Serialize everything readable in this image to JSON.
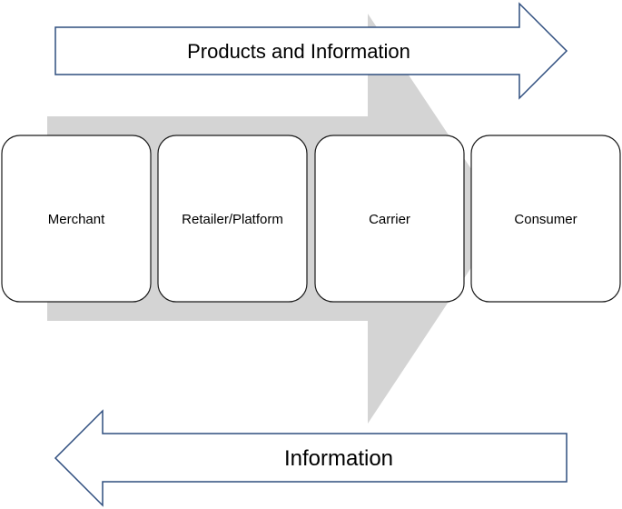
{
  "colors": {
    "background_arrow": "#d4d4d4",
    "outline_arrow_stroke": "#2f4e7f",
    "outline_arrow_fill": "#ffffff",
    "box_stroke": "#1a1a1a",
    "box_fill": "#ffffff",
    "text": "#000000"
  },
  "top_arrow": {
    "label": "Products and Information",
    "direction": "right"
  },
  "bottom_arrow": {
    "label": "Information",
    "direction": "left"
  },
  "stages": [
    {
      "label": "Merchant"
    },
    {
      "label": "Retailer/Platform"
    },
    {
      "label": "Carrier"
    },
    {
      "label": "Consumer"
    }
  ]
}
